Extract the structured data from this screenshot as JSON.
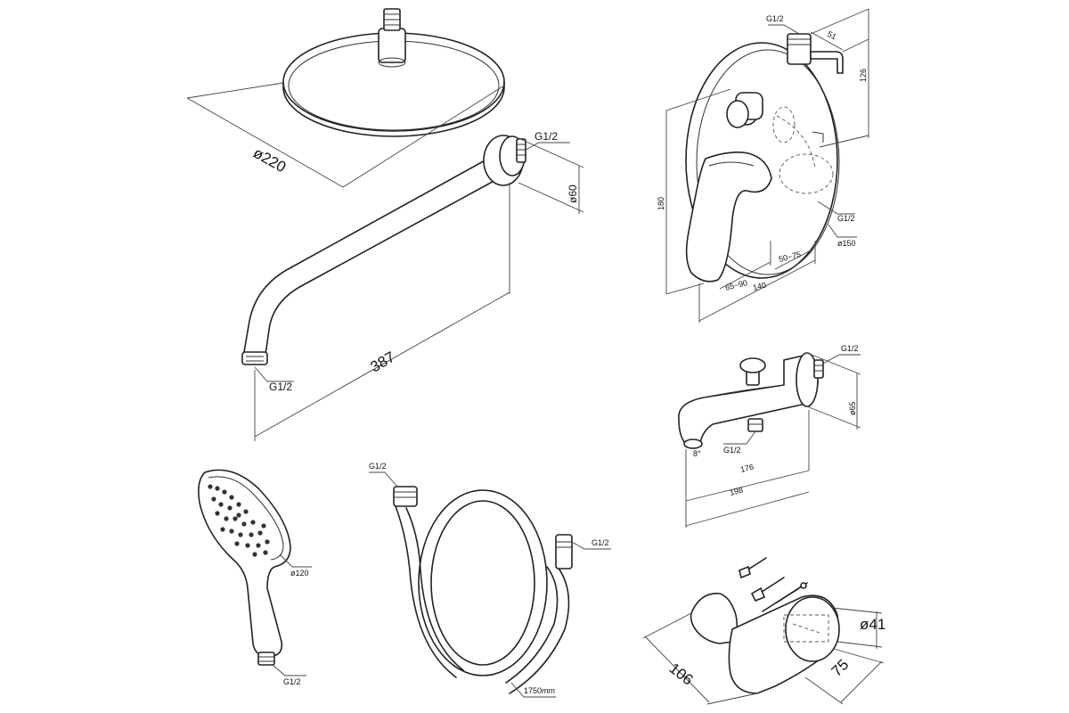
{
  "labels": {
    "head_diameter": "ø220",
    "arm_thread": "G1/2",
    "arm_flange": "ø60",
    "arm_length": "387",
    "arm_outlet_thread": "G1/2",
    "mixer_inlet_top": "G1/2",
    "mixer_top_offset": "51",
    "mixer_top_height": "126",
    "mixer_height": "180",
    "mixer_side_thread": "G1/2",
    "mixer_plate": "ø150",
    "mixer_depth_a": "65~90",
    "mixer_depth_b": "50~75",
    "mixer_depth_total": "140",
    "spout_thread": "G1/2",
    "spout_flange": "ø65",
    "spout_inlet": "G1/2",
    "spout_angle": "8°",
    "spout_len_a": "176",
    "spout_len_b": "198",
    "hand_shower_dia": "ø120",
    "hand_shower_thread": "G1/2",
    "hose_thread_a": "G1/2",
    "hose_thread_b": "G1/2",
    "hose_length": "1750mm",
    "holder_dia": "ø41",
    "holder_width": "106",
    "holder_depth": "75"
  }
}
